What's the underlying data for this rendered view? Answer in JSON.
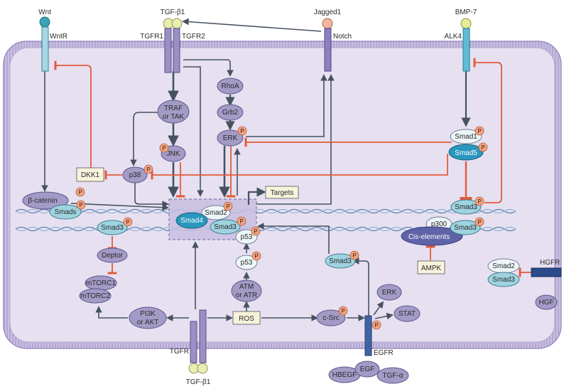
{
  "ligands": {
    "wnt": "Wnt",
    "tgfb1_top": "TGF-β1",
    "jagged1": "Jagged1",
    "bmp7": "BMP-7",
    "tgfb1_bottom": "TGF-β1"
  },
  "receptors": {
    "wntr": "WntR",
    "tgfr1": "TGFR1",
    "tgfr2": "TGFR2",
    "notch": "Notch",
    "alk4": "ALK4",
    "tgfr": "TGFR",
    "egfr": "EGFR",
    "hgfr": "HGFR"
  },
  "nodes": {
    "rhoa": "RhoA",
    "grb2": "Grb2",
    "erk": "ERK",
    "traf_line1": "TRAF",
    "traf_line2": "or TAK",
    "jnk": "JNK",
    "p38": "p38",
    "dkk1": "DKK1",
    "beta_catenin": "β-catenin",
    "smads": "Smads",
    "targets": "Targets",
    "smad2_nuc": "Smad2",
    "smad4": "Smad4",
    "smad3_nuc": "Smad3",
    "p53_nuc": "p53",
    "p53_cyto": "p53",
    "smad3_left": "Smad3",
    "deptor": "Deptor",
    "mtorc1": "mTORC1",
    "mtorc2": "mTORC2",
    "pi3k_line1": "PI3K",
    "pi3k_line2": "or AKT",
    "atm_line1": "ATM",
    "atm_line2": "or ATR",
    "ros": "ROS",
    "csrc": "c-Src",
    "smad3_egfr": "Smad3",
    "erk_egfr": "ERK",
    "stat": "STAT",
    "hbegf": "HBEGF",
    "egf": "EGF",
    "tgfa": "TGF-α",
    "smad1": "Smad1",
    "smad5": "Smad5",
    "smad3_bmp": "Smad3",
    "p300": "p300",
    "cis_elements": "Cis-elements",
    "smad3_cis": "Smad3",
    "ampk": "AMPK",
    "smad2_hgf": "Smad2",
    "smad3_hgf": "Smad3",
    "hgf": "HGF"
  },
  "phospho_label": "P",
  "colors": {
    "membrane": "#b3a6cf",
    "cytoplasm": "#e6e0f1",
    "node_purple": "#a39bc6",
    "node_cyan": "#9fd3e0",
    "node_dark_cyan": "#2a97bd",
    "node_light": "#edf6f8",
    "receptor": "#9b8fc3",
    "phospho": "#f0a37f",
    "inhibit": "#e35a3a",
    "arrow": "#475260",
    "dna": "#5f85b6",
    "box": "#f7f3dc",
    "egfr_blue": "#4263a2",
    "hgfr_blue": "#2c4a8c"
  }
}
